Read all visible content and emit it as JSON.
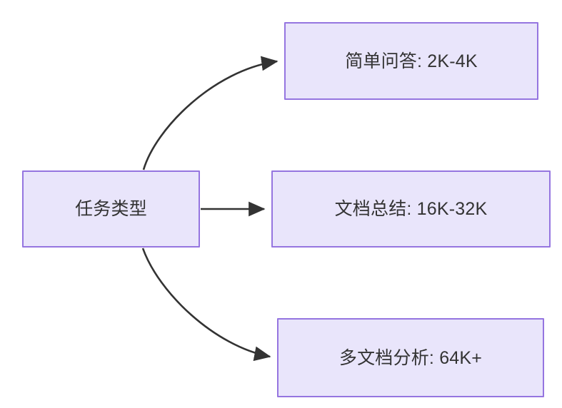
{
  "diagram": {
    "type": "flowchart",
    "direction": "left-to-right",
    "background_color": "#ffffff",
    "node_fill_color": "#e9e5fb",
    "node_border_color": "#9575e0",
    "node_text_color": "#333333",
    "edge_color": "#333333",
    "nodes": [
      {
        "id": "root",
        "label": "任务类型",
        "role": "root"
      },
      {
        "id": "simple-qa",
        "label": "简单问答: 2K-4K",
        "role": "leaf"
      },
      {
        "id": "doc-summary",
        "label": "文档总结: 16K-32K",
        "role": "leaf"
      },
      {
        "id": "multi-doc",
        "label": "多文档分析: 64K+",
        "role": "leaf"
      }
    ],
    "edges": [
      {
        "id": "edge-root-simple-qa",
        "from": "root",
        "to": "simple-qa",
        "label": "",
        "style": "curved-arrow"
      },
      {
        "id": "edge-root-doc-summary",
        "from": "root",
        "to": "doc-summary",
        "label": "",
        "style": "straight-arrow"
      },
      {
        "id": "edge-root-multi-doc",
        "from": "root",
        "to": "multi-doc",
        "label": "",
        "style": "curved-arrow"
      }
    ]
  }
}
